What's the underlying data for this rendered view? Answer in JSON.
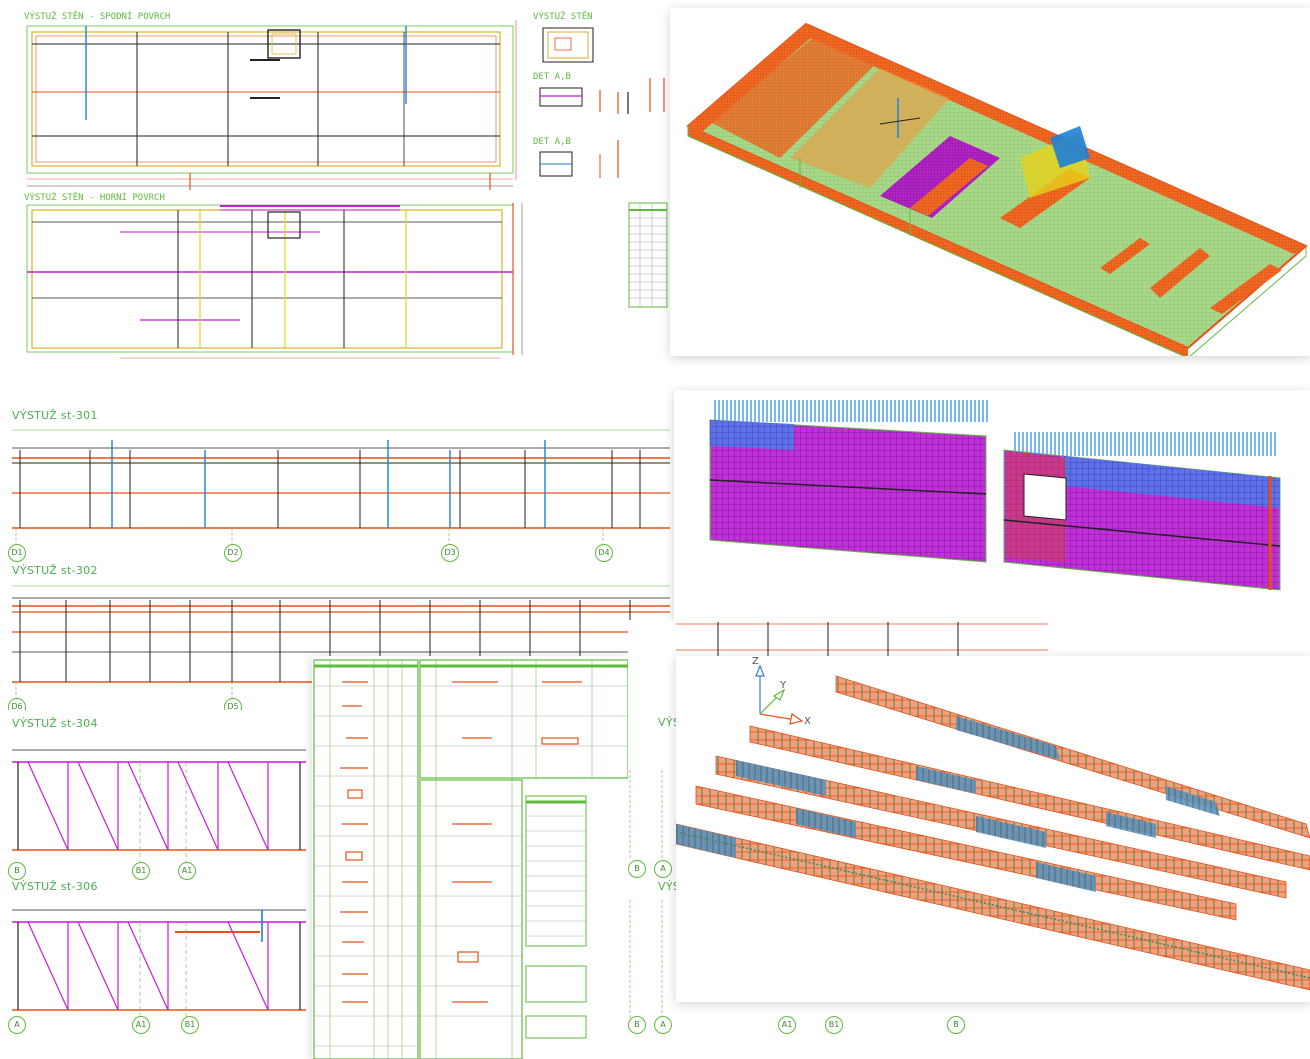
{
  "plan_top": {
    "label_bottom": "VÝSTUŽ STĚN - SPODNÍ POVRCH",
    "label_top": "VÝSTUŽ STĚN - HORNÍ POVRCH",
    "detail_labels": [
      "VÝSTUŽ STĚN",
      "DET A,B",
      "DET A,B"
    ]
  },
  "wall_sections": [
    {
      "title": "VÝSTUŽ st-301",
      "axes": [
        "D1",
        "D2",
        "D3",
        "D4"
      ]
    },
    {
      "title": "VÝSTUŽ st-302",
      "axes": [
        "D6",
        "D5"
      ]
    },
    {
      "title": "VÝSTUŽ st-304",
      "axes": [
        "B",
        "B1",
        "A1"
      ]
    },
    {
      "title": "VÝSTUŽ st-306",
      "axes": [
        "A",
        "A1",
        "B1"
      ]
    }
  ],
  "side_sections": {
    "titles": [
      "VÝS",
      "VÝS"
    ],
    "axes": [
      "A",
      "B",
      "A",
      "B",
      "A1",
      "B1",
      "B"
    ]
  },
  "model3d": {
    "axis_labels": [
      "Z",
      "Y",
      "X"
    ]
  },
  "colors": {
    "green": "#5dbb3c",
    "orange": "#e8501a",
    "magenta": "#c41fd6",
    "blue": "#1e7fd8",
    "yellow": "#e6d21a"
  }
}
